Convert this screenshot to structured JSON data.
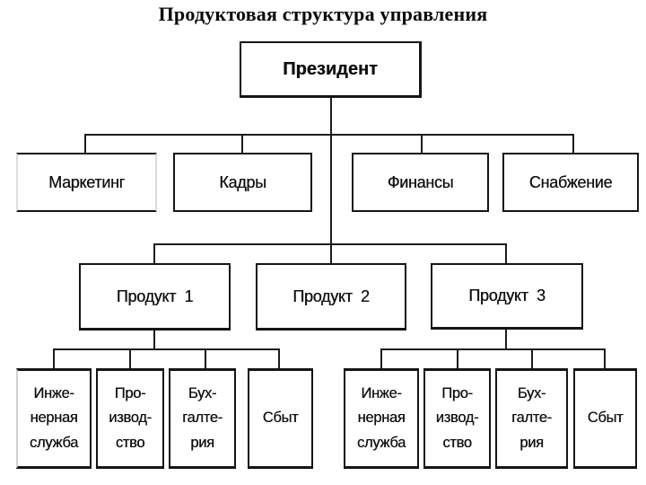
{
  "title": "Продуктовая структура управления",
  "colors": {
    "ink": "#151515",
    "line": "#1c1c1c",
    "background": "#ffffff"
  },
  "chart": {
    "root": {
      "label": "Президент"
    },
    "functions": [
      {
        "label": "Маркетинг"
      },
      {
        "label": "Кадры"
      },
      {
        "label": "Финансы"
      },
      {
        "label": "Снабжение"
      }
    ],
    "products": [
      {
        "label": "Продукт  1",
        "departments": [
          {
            "label": "Инже-\nнерная\nслужба"
          },
          {
            "label": "Про-\nизвод-\nство"
          },
          {
            "label": "Бух-\nгалте-\nрия"
          },
          {
            "label": "Сбыт"
          }
        ]
      },
      {
        "label": "Продукт  2"
      },
      {
        "label": "Продукт  3",
        "departments": [
          {
            "label": "Инже-\nнерная\nслужба"
          },
          {
            "label": "Про-\nизвод-\nство"
          },
          {
            "label": "Бух-\nгалте-\nрия"
          },
          {
            "label": "Сбыт"
          }
        ]
      }
    ]
  }
}
